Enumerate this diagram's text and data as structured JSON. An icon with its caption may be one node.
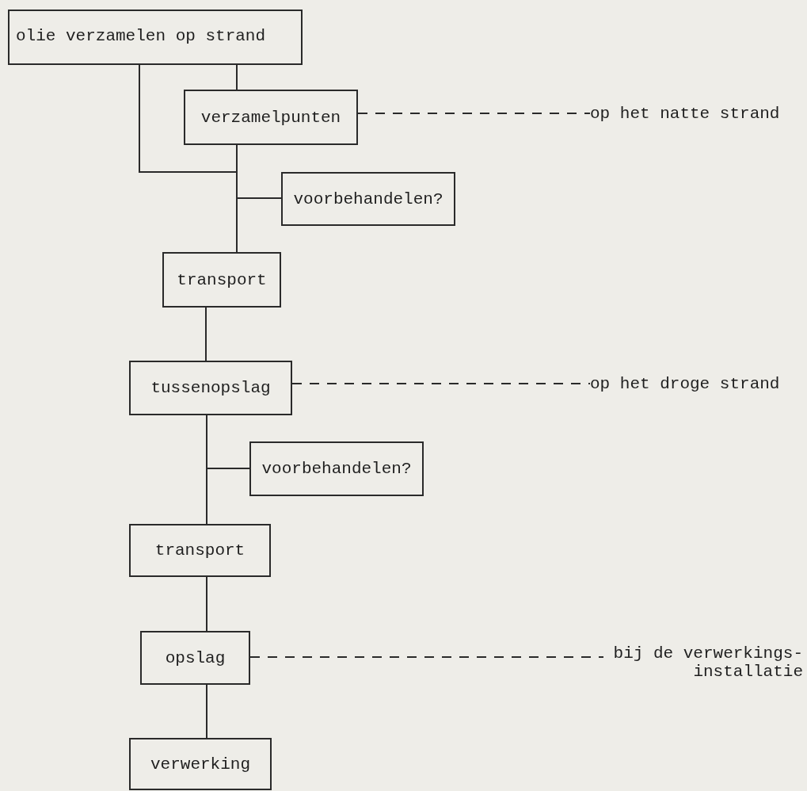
{
  "diagram": {
    "nodes": [
      {
        "text": [
          "olie verzamelen op strand"
        ]
      },
      {
        "text": [
          "verzamelpunten"
        ]
      },
      {
        "text": [
          "op het natte strand"
        ]
      },
      {
        "text": [
          "voorbehandelen?"
        ]
      },
      {
        "text": [
          "transport"
        ]
      },
      {
        "text": [
          "tussenopslag"
        ]
      },
      {
        "text": [
          "op het droge strand"
        ]
      },
      {
        "text": [
          "voorbehandelen?"
        ]
      },
      {
        "text": [
          "transport"
        ]
      },
      {
        "text": [
          "opslag"
        ]
      },
      {
        "text": [
          "bij de verwerkings- installatie"
        ]
      },
      {
        "text": [
          "verwerking"
        ]
      }
    ],
    "edges": [
      {
        "from": 0,
        "to": 1,
        "arrow": "none"
      },
      {
        "from": 0,
        "to": 4,
        "arrow": "none"
      },
      {
        "from": 1,
        "to": 4,
        "arrow": "none"
      },
      {
        "from": 3,
        "to": 4,
        "arrow": "none"
      },
      {
        "from": 1,
        "to": 2,
        "arrow": "none",
        "style": "dashed"
      },
      {
        "from": 4,
        "to": 5,
        "arrow": "none"
      },
      {
        "from": 5,
        "to": 6,
        "arrow": "none",
        "style": "dashed"
      },
      {
        "from": 5,
        "to": 8,
        "arrow": "none"
      },
      {
        "from": 7,
        "to": 8,
        "arrow": "none"
      },
      {
        "from": 8,
        "to": 9,
        "arrow": "none"
      },
      {
        "from": 9,
        "to": 10,
        "arrow": "none",
        "style": "dashed"
      },
      {
        "from": 9,
        "to": 11,
        "arrow": "none"
      }
    ]
  }
}
